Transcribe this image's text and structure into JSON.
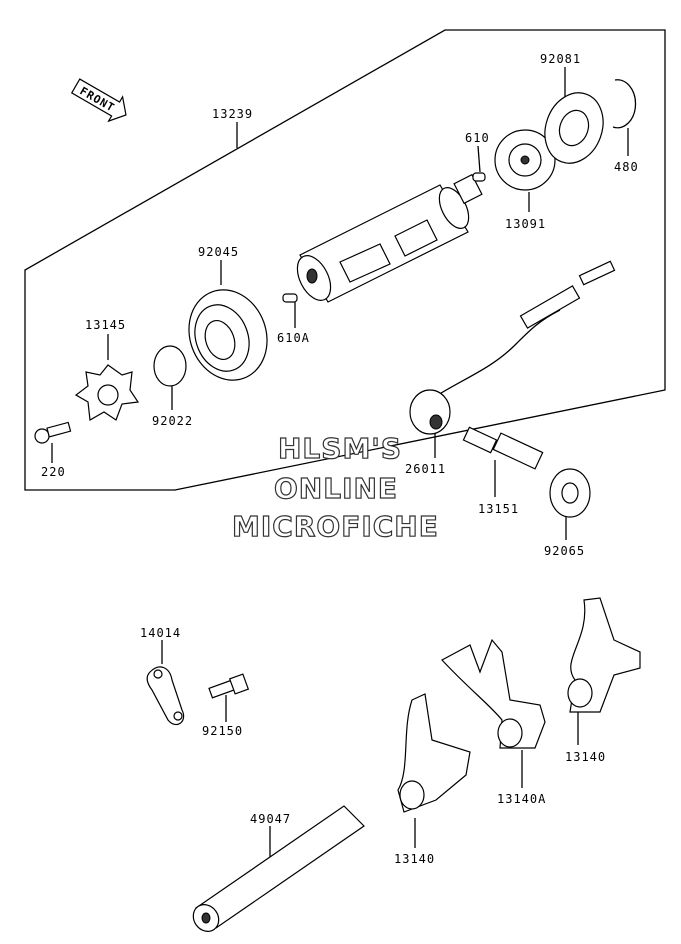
{
  "watermark": {
    "line1": "HLSM'S",
    "line2": "ONLINE",
    "line3": "MICROFICHE"
  },
  "front_arrow_label": "FRONT",
  "part_labels": {
    "p13239": "13239",
    "p92081": "92081",
    "p610": "610",
    "p480": "480",
    "p13091": "13091",
    "p92045": "92045",
    "p13145": "13145",
    "p610A": "610A",
    "p92022": "92022",
    "p220": "220",
    "p26011": "26011",
    "p13151": "13151",
    "p92065": "92065",
    "p14014": "14014",
    "p92150": "92150",
    "p13140_right": "13140",
    "p13140A": "13140A",
    "p49047": "49047",
    "p13140_left": "13140"
  }
}
